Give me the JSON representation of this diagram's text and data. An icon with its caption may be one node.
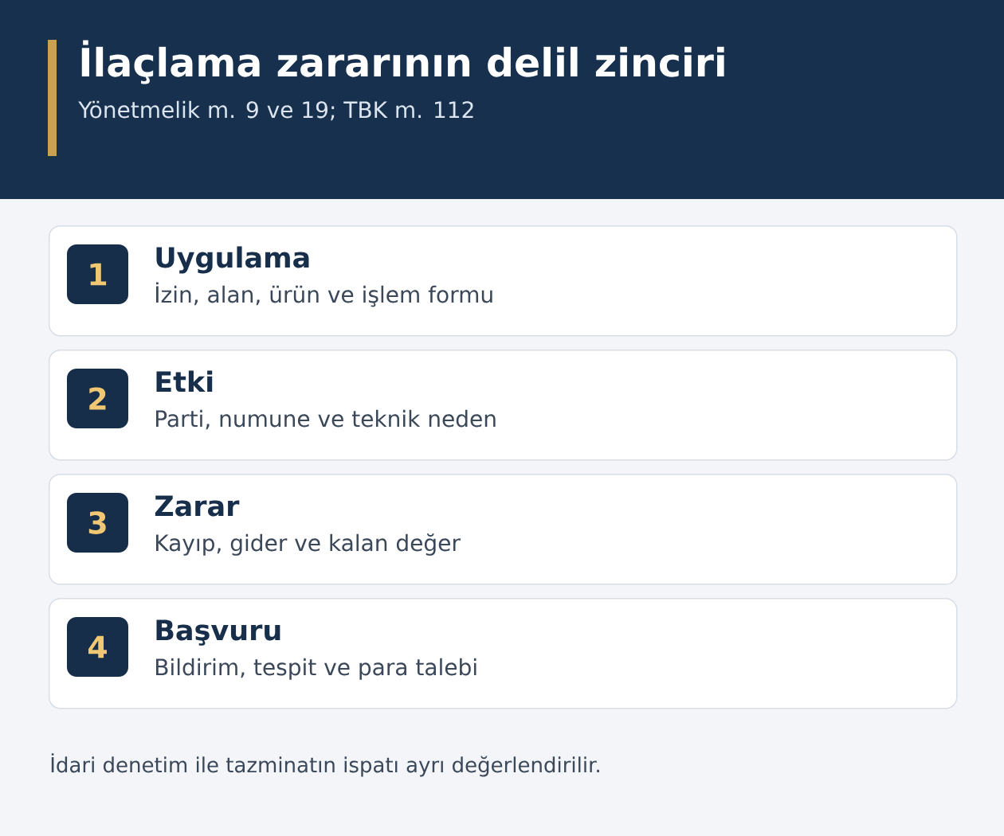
{
  "diagram": {
    "title": "İlaçlama zararının delil zinciri",
    "caption": "İdari denetim ile tazminatın ispatı ayrı değerlendirilir.",
    "nodes": [
      {
        "text": [
          "Uygulama",
          "İzin, alan, ürün ve işlem formu"
        ]
      },
      {
        "text": [
          "1"
        ],
        "in": 0
      },
      {
        "text": [
          "Etki",
          "Parti, numune ve teknik neden"
        ]
      },
      {
        "text": [
          "2"
        ],
        "in": 2
      },
      {
        "text": [
          "Zarar",
          "Kayıp, gider ve kalan değer"
        ]
      },
      {
        "text": [
          "3"
        ],
        "in": 4
      },
      {
        "text": [
          "Başvuru",
          "Bildirim, tespit ve para talebi"
        ]
      },
      {
        "text": [
          "4"
        ],
        "in": 6
      }
    ],
    "labels": [
      "Yönetmelik m. 9 ve 19; TBK m. 112"
    ]
  }
}
